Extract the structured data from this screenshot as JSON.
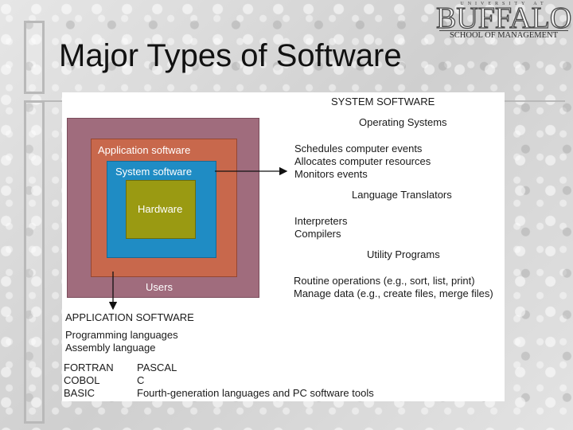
{
  "slide": {
    "title": "Major Types of Software"
  },
  "logo": {
    "top_line": "UNIVERSITY AT",
    "name": "BUFFALO",
    "subtitle": "SCHOOL OF MANAGEMENT"
  },
  "diagram": {
    "boxes": {
      "users": "Users",
      "application": "Application software",
      "system": "System software",
      "hardware": "Hardware"
    },
    "system_software": {
      "heading": "SYSTEM SOFTWARE",
      "operating_systems": {
        "heading": "Operating Systems",
        "items": [
          "Schedules computer events",
          "Allocates computer resources",
          "Monitors events"
        ]
      },
      "language_translators": {
        "heading": "Language Translators",
        "items": [
          "Interpreters",
          "Compilers"
        ]
      },
      "utility_programs": {
        "heading": "Utility Programs",
        "items": [
          "Routine operations (e.g., sort, list, print)",
          "Manage data (e.g., create files, merge files)"
        ]
      }
    },
    "application_software": {
      "heading": "APPLICATION SOFTWARE",
      "items": [
        "Programming languages",
        "Assembly language"
      ],
      "col1": [
        "FORTRAN",
        "COBOL",
        "BASIC"
      ],
      "col2": [
        "PASCAL",
        "C",
        "Fourth-generation languages and PC software tools"
      ]
    }
  },
  "colors": {
    "users_box": "#a06c7d",
    "application_box": "#c8684c",
    "system_box": "#1f8cc4",
    "hardware_box": "#9a9a12"
  }
}
